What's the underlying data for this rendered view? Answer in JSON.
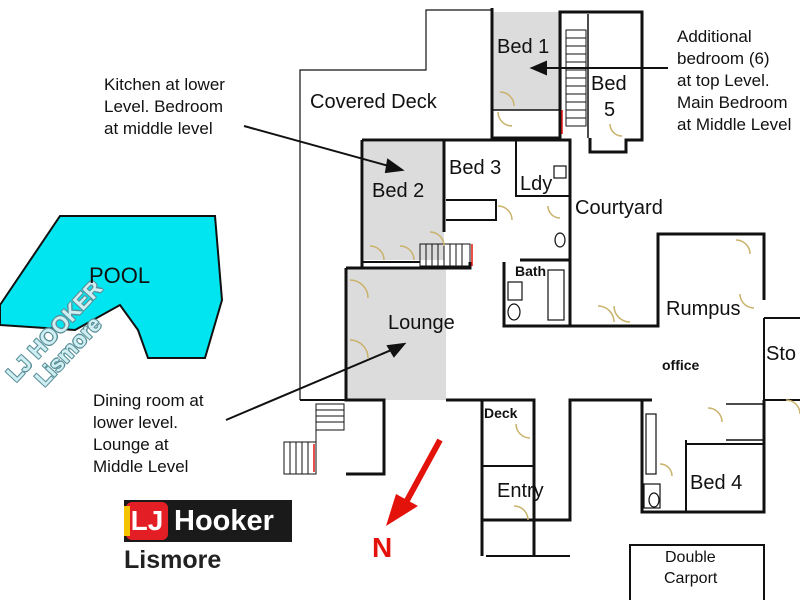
{
  "rooms": {
    "bed1": "Bed 1",
    "bed5_line1": "Bed",
    "bed5_line2": "5",
    "covered_deck": "Covered Deck",
    "bed2": "Bed 2",
    "bed3": "Bed 3",
    "ldy": "Ldy",
    "courtyard": "Courtyard",
    "pool": "POOL",
    "bath": "Bath",
    "lounge": "Lounge",
    "rumpus": "Rumpus",
    "sto": "Sto",
    "office": "office",
    "deck": "Deck",
    "entry": "Entry",
    "bed4": "Bed 4",
    "carport_line1": "Double",
    "carport_line2": "Carport"
  },
  "annotations": {
    "kitchen": [
      "Kitchen at lower",
      "Level. Bedroom",
      "at middle level"
    ],
    "additional": [
      "Additional",
      "bedroom (6)",
      "at top Level.",
      "Main Bedroom",
      "at Middle Level"
    ],
    "dining": [
      "Dining room at",
      "lower level.",
      "Lounge at",
      "Middle Level"
    ]
  },
  "watermark": [
    "LJ HOOKER",
    "Lismore"
  ],
  "brand": {
    "badge": "LJ",
    "name": "Hooker",
    "office": "Lismore"
  },
  "compass": {
    "label": "N"
  },
  "colors": {
    "pool": "#00e5f0",
    "shaded_room": "#dcdcdc",
    "walls": "#111111",
    "arrow": "#e3120b",
    "door_arc": "#c9b26a",
    "brand_red": "#e31e24",
    "brand_yellow": "#f5c400"
  }
}
